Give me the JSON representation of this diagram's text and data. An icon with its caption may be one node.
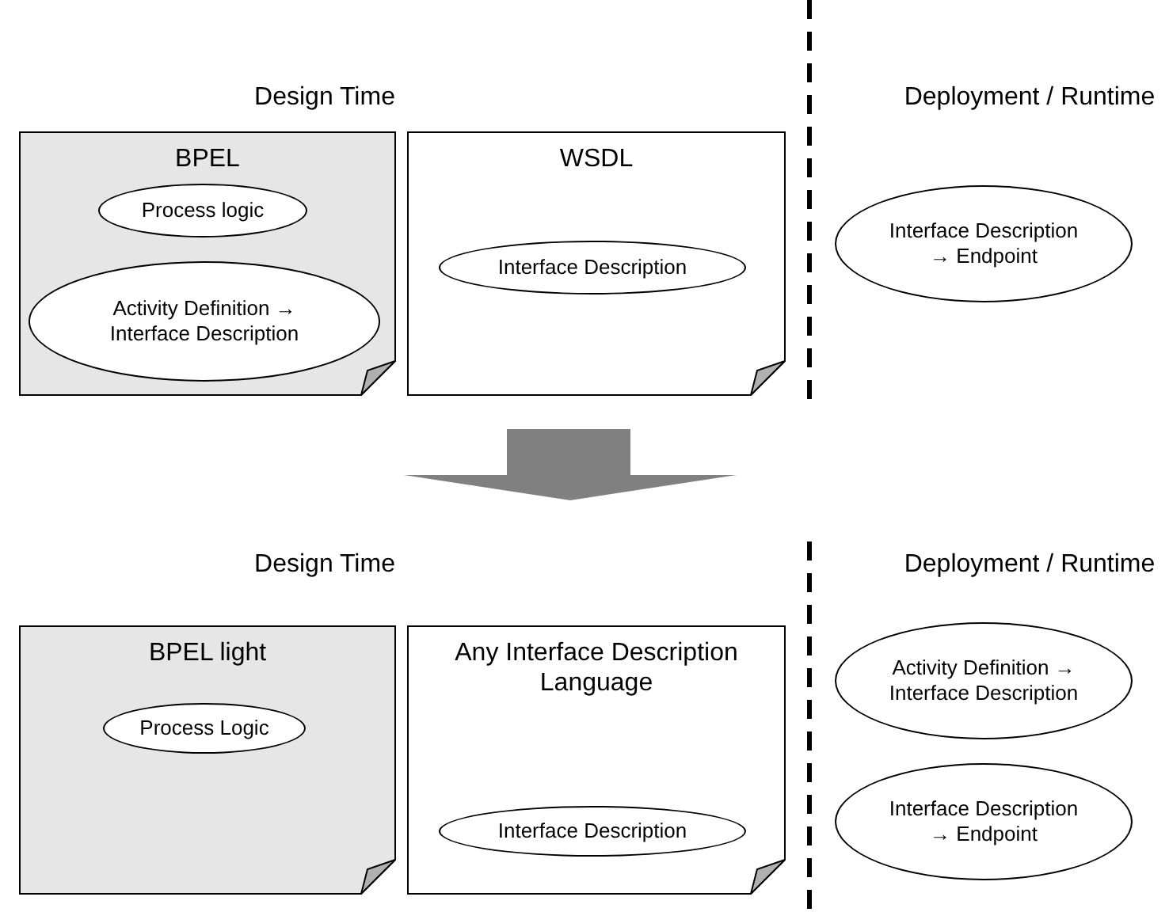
{
  "diagram": {
    "nodes": [
      {
        "text": [
          "BPEL"
        ]
      },
      {
        "text": [
          "Process logic"
        ],
        "in": 0
      },
      {
        "text": [
          "Activity Definition → Interface Description"
        ],
        "in": 0
      },
      {
        "text": [
          "WSDL"
        ]
      },
      {
        "text": [
          "Interface Description"
        ],
        "in": 3
      },
      {
        "text": [
          "Interface Description → Endpoint"
        ]
      },
      {
        "text": [
          "BPEL light"
        ]
      },
      {
        "text": [
          "Process Logic"
        ],
        "in": 6
      },
      {
        "text": [
          "Any Interface Description Language"
        ]
      },
      {
        "text": [
          "Interface Description"
        ],
        "in": 8
      },
      {
        "text": [
          "Activity Definition → Interface Description"
        ]
      },
      {
        "text": [
          "Interface Description → Endpoint"
        ]
      }
    ],
    "labels": [
      "Design Time",
      "Deployment / Runtime",
      "Design Time",
      "Deployment / Runtime"
    ]
  }
}
